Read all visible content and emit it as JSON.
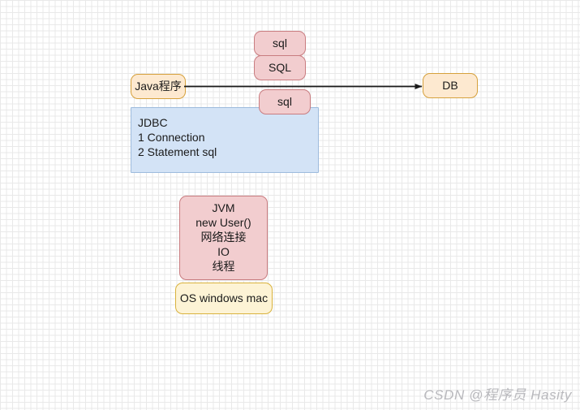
{
  "diagram": {
    "background": {
      "grid_minor_color": "#e9e9e9",
      "grid_major_color": "#c4c4c4",
      "canvas_color": "#ffffff"
    },
    "nodes": {
      "java": {
        "label": "Java程序",
        "fill": "#fde9d0",
        "stroke": "#d6a13c"
      },
      "sql_top": {
        "label": "sql",
        "fill": "#f2cdcf",
        "stroke": "#c97c80"
      },
      "sql_mid": {
        "label": "SQL",
        "fill": "#f2cdcf",
        "stroke": "#c97c80"
      },
      "sql_low": {
        "label": "sql",
        "fill": "#f2cdcf",
        "stroke": "#c97c80"
      },
      "db": {
        "label": "DB",
        "fill": "#fde9d0",
        "stroke": "#d6a13c"
      },
      "jdbc": {
        "label": "JDBC\n 1 Connection\n 2 Statement sql",
        "fill": "#d3e3f6",
        "stroke": "#9dbbdd"
      },
      "jvm": {
        "label": "JVM\nnew User()\n网络连接\nIO\n线程",
        "fill": "#f2cdcf",
        "stroke": "#c97c80"
      },
      "os": {
        "label": "OS windows mac",
        "fill": "#fdf3d5",
        "stroke": "#d9b23c"
      }
    },
    "connector": {
      "name": "java-to-db-arrow",
      "color": "#1a1a1a",
      "from": "java",
      "to": "db"
    },
    "watermark": {
      "text": "CSDN @程序员 Hasity",
      "color": "#b9b9bd"
    }
  }
}
